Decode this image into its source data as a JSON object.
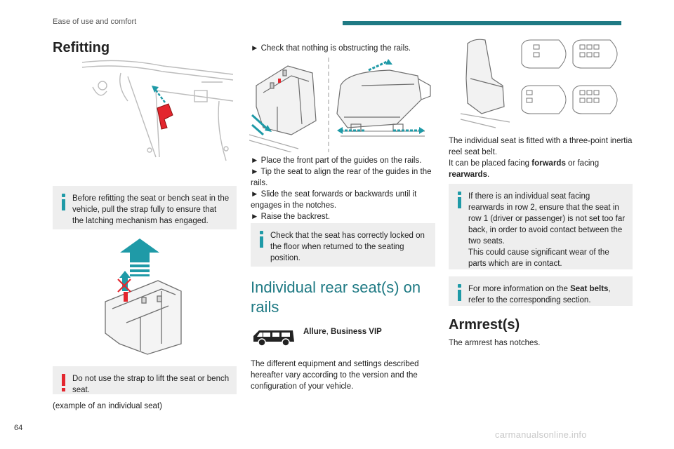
{
  "header": {
    "section": "Ease of use and comfort",
    "accent": "#1f7a84"
  },
  "page_number": "64",
  "watermark": "carmanualsonline.info",
  "col1": {
    "title": "Refitting",
    "note1": "Before refitting the seat or bench seat in the vehicle, pull the strap fully to ensure that the latching mechanism has engaged.",
    "warning": "Do not use the strap to lift the seat or bench seat.",
    "caption": "(example of an individual seat)"
  },
  "col2": {
    "step_check": "► Check that nothing is obstructing the rails.",
    "steps": [
      "► Place the front part of the guides on the rails.",
      "► Tip the seat to align the rear of the guides in the rails.",
      "► Slide the seat forwards or backwards until it engages in the notches.",
      "► Raise the backrest."
    ],
    "note": "Check that the seat has correctly locked on the floor when returned to the seating position.",
    "heading": "Individual rear seat(s) on rails",
    "versions_a": "Allure",
    "versions_sep": ", ",
    "versions_b": "Business VIP",
    "intro": "The different equipment and settings described hereafter vary according to the version and the configuration of your vehicle."
  },
  "col3": {
    "text1": "The individual seat is fitted with a three-point inertia reel seat belt.",
    "text2_a": "It can be placed facing ",
    "text2_b": "forwards",
    "text2_c": " or facing ",
    "text2_d": "rearwards",
    "text2_e": ".",
    "note1": "If there is an individual seat facing rearwards in row 2, ensure that the seat in row 1 (driver or passenger) is not set too far back, in order to avoid contact between the two seats.",
    "note1b": "This could cause significant wear of the parts which are in contact.",
    "note2_a": "For more information on the ",
    "note2_b": "Seat belts",
    "note2_c": ", refer to the corresponding section.",
    "armrest_title": "Armrest(s)",
    "armrest_text": "The armrest has notches."
  },
  "colors": {
    "info": "#1f9aa7",
    "warning": "#e3262e",
    "note_bg": "#eeeeee",
    "heading_teal": "#1f7a84"
  }
}
